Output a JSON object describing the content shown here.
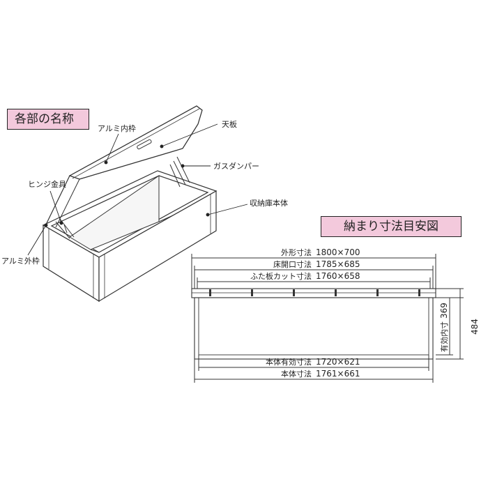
{
  "section_parts": {
    "title": "各部の名称",
    "callouts": {
      "aluminum_inner_frame": "アルミ内枠",
      "top_board": "天板",
      "gas_damper": "ガスダンパー",
      "hinge_fitting": "ヒンジ金具",
      "storage_body": "収納庫本体",
      "aluminum_outer_frame": "アルミ外枠"
    }
  },
  "section_dims": {
    "title": "納まり寸法目安図",
    "rows": {
      "outer": {
        "label": "外形寸法",
        "value": "1800×700"
      },
      "opening": {
        "label": "床開口寸法",
        "value": "1785×685"
      },
      "lid_cut": {
        "label": "ふた板カット寸法",
        "value": "1760×658"
      },
      "body_eff": {
        "label": "本体有効寸法",
        "value": "1720×621"
      },
      "body": {
        "label": "本体寸法",
        "value": "1761×661"
      }
    },
    "vertical": {
      "inner_label": "有効内寸",
      "inner_value": "369",
      "outer_value": "484"
    }
  }
}
